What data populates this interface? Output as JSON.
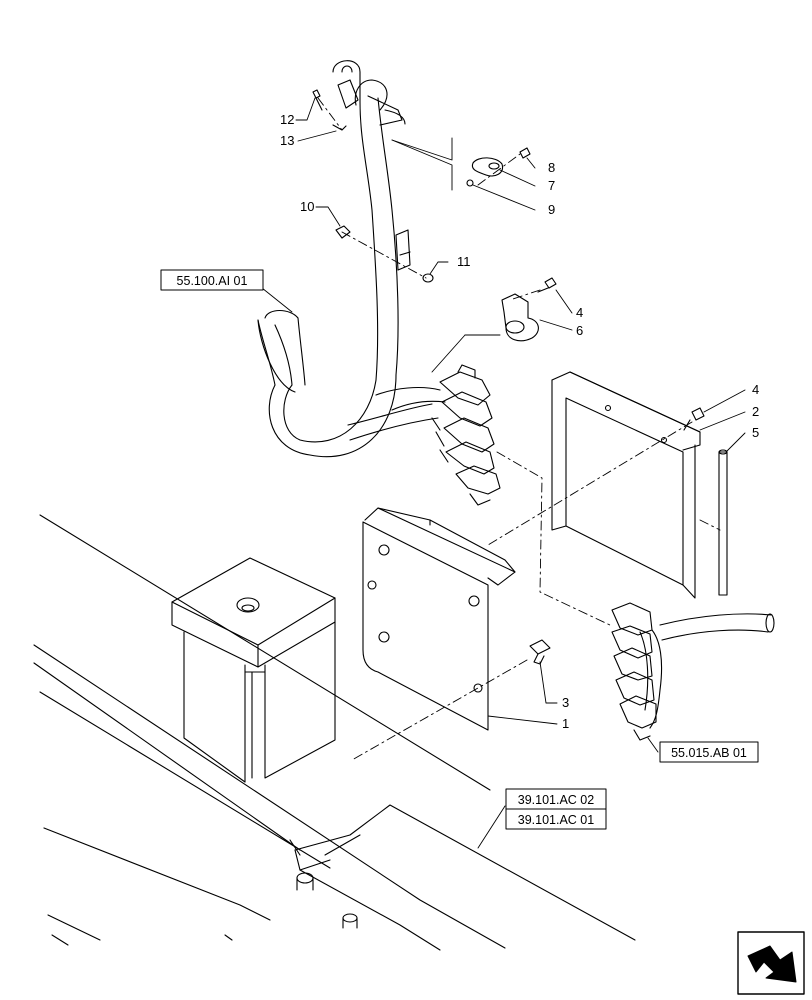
{
  "callouts": {
    "c1": "1",
    "c2": "2",
    "c3": "3",
    "c4a": "4",
    "c4b": "4",
    "c5": "5",
    "c6": "6",
    "c7": "7",
    "c8": "8",
    "c9": "9",
    "c10": "10",
    "c11": "11",
    "c12": "12",
    "c13": "13"
  },
  "refs": {
    "harness_main": "55.100.AI 01",
    "harness_connector": "55.015.AB 01",
    "frame_top": "39.101.AC 02",
    "frame_bottom": "39.101.AC 01"
  },
  "nav_icon": "next-page-arrow-icon"
}
